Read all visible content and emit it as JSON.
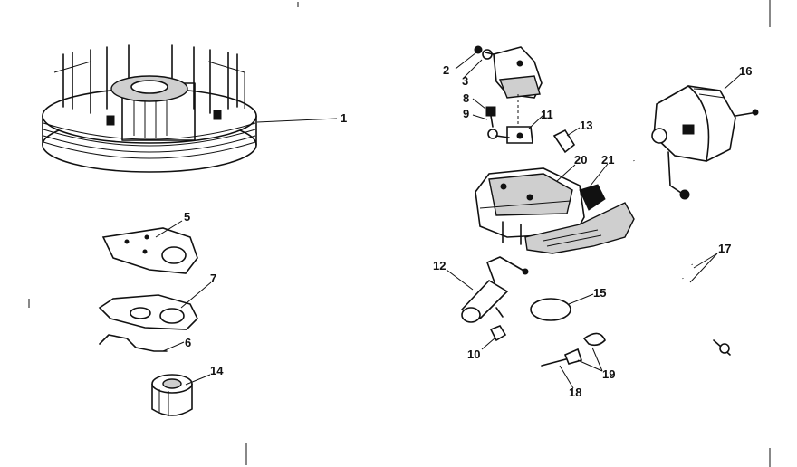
{
  "diagram": {
    "callouts": [
      {
        "id": "1",
        "text": "1"
      },
      {
        "id": "2",
        "text": "2"
      },
      {
        "id": "3",
        "text": "3"
      },
      {
        "id": "5",
        "text": "5"
      },
      {
        "id": "6",
        "text": "6"
      },
      {
        "id": "7",
        "text": "7"
      },
      {
        "id": "8",
        "text": "8"
      },
      {
        "id": "9",
        "text": "9"
      },
      {
        "id": "10",
        "text": "10"
      },
      {
        "id": "11",
        "text": "11"
      },
      {
        "id": "12",
        "text": "12"
      },
      {
        "id": "13",
        "text": "13"
      },
      {
        "id": "14",
        "text": "14"
      },
      {
        "id": "15",
        "text": "15"
      },
      {
        "id": "16",
        "text": "16"
      },
      {
        "id": "17",
        "text": "17"
      },
      {
        "id": "18",
        "text": "18"
      },
      {
        "id": "19",
        "text": "19"
      },
      {
        "id": "20",
        "text": "20"
      },
      {
        "id": "21",
        "text": "21"
      }
    ]
  }
}
